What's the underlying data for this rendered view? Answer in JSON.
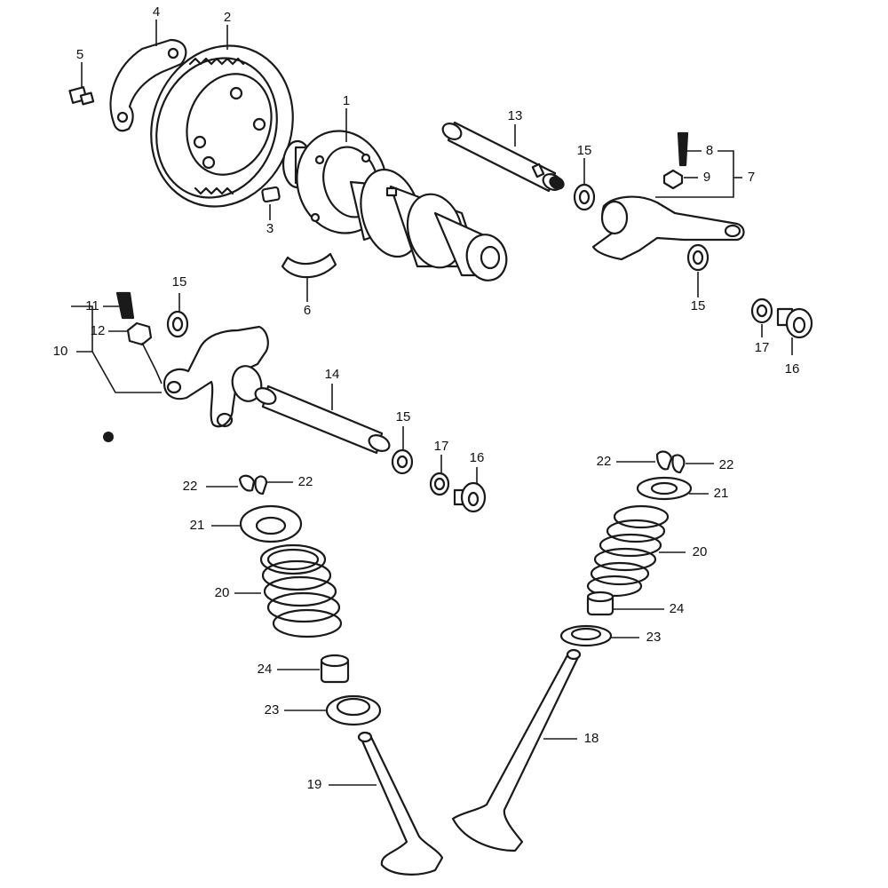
{
  "callouts": {
    "c1": "1",
    "c2": "2",
    "c3": "3",
    "c4": "4",
    "c5": "5",
    "c6": "6",
    "c7": "7",
    "c8": "8",
    "c9": "9",
    "c10": "10",
    "c11": "11",
    "c12": "12",
    "c13": "13",
    "c14": "14",
    "c15a": "15",
    "c15b": "15",
    "c15c": "15",
    "c15d": "15",
    "c16a": "16",
    "c16b": "16",
    "c17a": "17",
    "c17b": "17",
    "c18": "18",
    "c19": "19",
    "c20a": "20",
    "c20b": "20",
    "c21a": "21",
    "c21b": "21",
    "c22a": "22",
    "c22b": "22",
    "c22c": "22",
    "c22d": "22",
    "c23a": "23",
    "c23b": "23",
    "c24a": "24",
    "c24b": "24"
  },
  "colors": {
    "line": "#1a1a1a",
    "background": "#ffffff"
  }
}
